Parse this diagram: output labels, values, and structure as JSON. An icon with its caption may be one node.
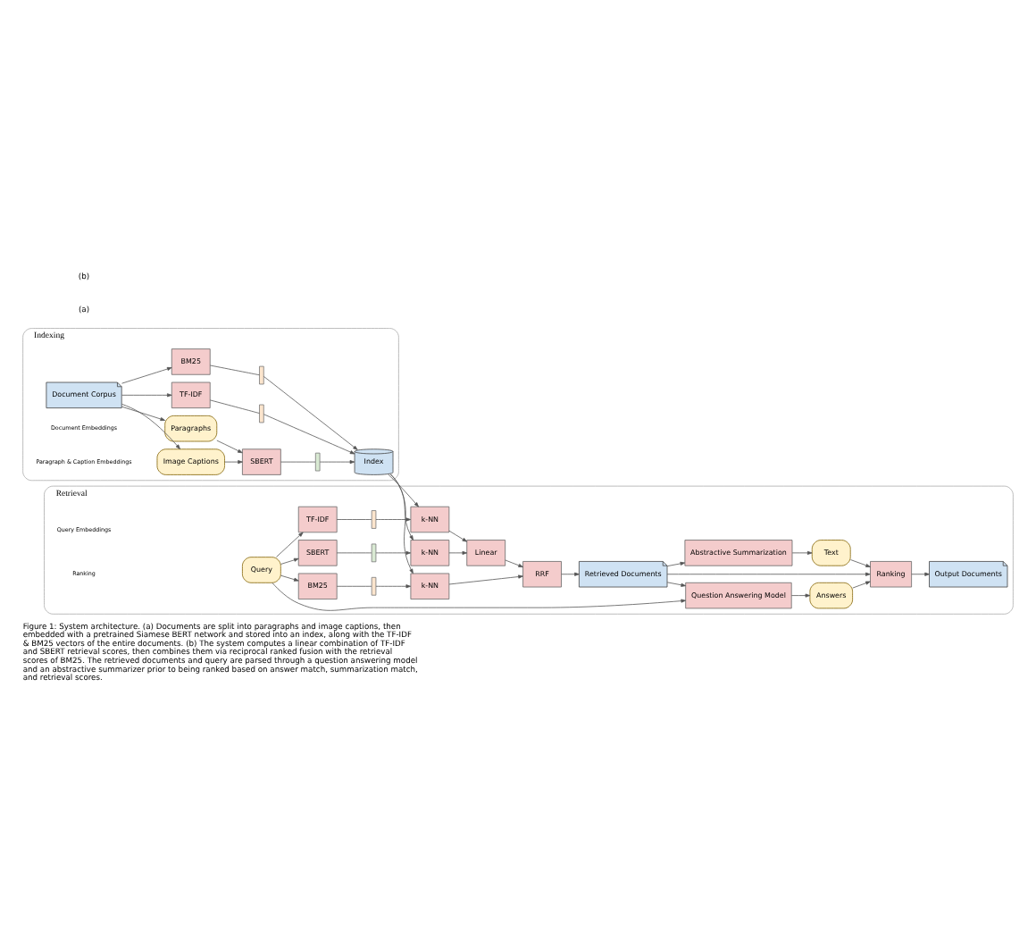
{
  "diagram": {
    "caption": "Figure 1: System architecture. (a) Documents are split into paragraphs and image captions, then embedded with a pretrained Siamese BERT network and stored into an index, along with the TF-IDF & BM25 vectors of the entire documents. (b) The system computes a linear combination of TF-IDF and SBERT retrieval scores, then combines them via reciprocal ranked fusion with the retrieval scores of BM25. The retrieved documents and query are parsed through a question answering model and an abstractive summarizer prior to being ranked based on answer match, summarization match, and retrieval scores.",
    "nodes": [
      {
        "text": [
          "Indexing"
        ]
      },
      {
        "text": [
          "Document Corpus"
        ],
        "in": 0
      },
      {
        "text": [
          "Paragraphs"
        ],
        "in": 0
      },
      {
        "text": [
          "Image Captions"
        ],
        "in": 0
      },
      {
        "text": [
          "BM25"
        ],
        "in": 0
      },
      {
        "text": [
          "TF-IDF"
        ],
        "in": 0
      },
      {
        "text": [
          "SBERT"
        ],
        "in": 0
      },
      {
        "text": [],
        "shape": "bar",
        "in": 0
      },
      {
        "text": [],
        "shape": "bar",
        "in": 0
      },
      {
        "text": [],
        "shape": "bar",
        "in": 0
      },
      {
        "text": [
          "Index"
        ],
        "in": 0
      },
      {
        "text": [
          "Retrieval"
        ]
      },
      {
        "text": [
          "Query"
        ],
        "in": 11
      },
      {
        "text": [
          "TF-IDF"
        ],
        "in": 11
      },
      {
        "text": [
          "SBERT"
        ],
        "in": 11
      },
      {
        "text": [
          "BM25"
        ],
        "in": 11
      },
      {
        "text": [],
        "shape": "bar",
        "in": 11
      },
      {
        "text": [],
        "shape": "bar",
        "in": 11
      },
      {
        "text": [],
        "shape": "bar",
        "in": 11
      },
      {
        "text": [
          "k-NN"
        ],
        "in": 11
      },
      {
        "text": [
          "k-NN"
        ],
        "in": 11
      },
      {
        "text": [
          "k-NN"
        ],
        "in": 11
      },
      {
        "text": [
          "Linear"
        ],
        "in": 11
      },
      {
        "text": [
          "RRF"
        ],
        "in": 11
      },
      {
        "text": [
          "Retrieved Documents"
        ],
        "in": 11
      },
      {
        "text": [
          "Question Answering Model"
        ],
        "in": 11
      },
      {
        "text": [
          "Abstractive Summarization"
        ],
        "in": 11
      },
      {
        "text": [
          "Answers"
        ],
        "in": 11
      },
      {
        "text": [
          "Text"
        ],
        "in": 11
      },
      {
        "text": [
          "Ranking"
        ],
        "in": 11
      },
      {
        "text": [
          "Output Documents"
        ],
        "in": 11
      }
    ],
    "edges": [
      {
        "from": 1,
        "to": 4,
        "arrow": "to"
      },
      {
        "from": 1,
        "to": 5,
        "arrow": "to"
      },
      {
        "from": 1,
        "to": 2,
        "arrow": "to"
      },
      {
        "from": 1,
        "to": 3,
        "arrow": "to"
      },
      {
        "from": 2,
        "to": 6,
        "arrow": "to"
      },
      {
        "from": 3,
        "to": 6,
        "arrow": "to"
      },
      {
        "from": 4,
        "to": 7,
        "arrow": "none"
      },
      {
        "from": 7,
        "to": 10,
        "arrow": "to"
      },
      {
        "from": 5,
        "to": 8,
        "arrow": "none"
      },
      {
        "from": 8,
        "to": 10,
        "arrow": "to"
      },
      {
        "from": 6,
        "to": 9,
        "arrow": "none"
      },
      {
        "from": 9,
        "to": 10,
        "arrow": "to"
      },
      {
        "from": 10,
        "to": 19,
        "arrow": "to"
      },
      {
        "from": 10,
        "to": 20,
        "arrow": "to"
      },
      {
        "from": 10,
        "to": 21,
        "arrow": "to"
      },
      {
        "from": 12,
        "to": 13,
        "arrow": "to"
      },
      {
        "from": 12,
        "to": 14,
        "arrow": "to"
      },
      {
        "from": 12,
        "to": 15,
        "arrow": "to"
      },
      {
        "from": 13,
        "to": 16,
        "arrow": "none"
      },
      {
        "from": 16,
        "to": 19,
        "arrow": "to"
      },
      {
        "from": 14,
        "to": 17,
        "arrow": "none"
      },
      {
        "from": 17,
        "to": 20,
        "arrow": "to"
      },
      {
        "from": 15,
        "to": 18,
        "arrow": "none"
      },
      {
        "from": 18,
        "to": 21,
        "arrow": "to"
      },
      {
        "from": 19,
        "to": 22,
        "arrow": "to"
      },
      {
        "from": 20,
        "to": 22,
        "arrow": "to"
      },
      {
        "from": 22,
        "to": 23,
        "arrow": "to"
      },
      {
        "from": 21,
        "to": 23,
        "arrow": "to"
      },
      {
        "from": 23,
        "to": 24,
        "arrow": "to"
      },
      {
        "from": 12,
        "to": 25,
        "arrow": "to"
      },
      {
        "from": 24,
        "to": 25,
        "arrow": "to"
      },
      {
        "from": 24,
        "to": 26,
        "arrow": "to"
      },
      {
        "from": 24,
        "to": 29,
        "arrow": "to"
      },
      {
        "from": 25,
        "to": 27,
        "arrow": "to"
      },
      {
        "from": 26,
        "to": 28,
        "arrow": "to"
      },
      {
        "from": 27,
        "to": 29,
        "arrow": "to"
      },
      {
        "from": 28,
        "to": 29,
        "arrow": "to"
      },
      {
        "from": 29,
        "to": 30,
        "arrow": "to"
      }
    ],
    "labels": [
      "(a)",
      "Document Embeddings",
      "Paragraph & Caption Embeddings",
      "(b)",
      "Query Embeddings",
      "Ranking"
    ]
  }
}
